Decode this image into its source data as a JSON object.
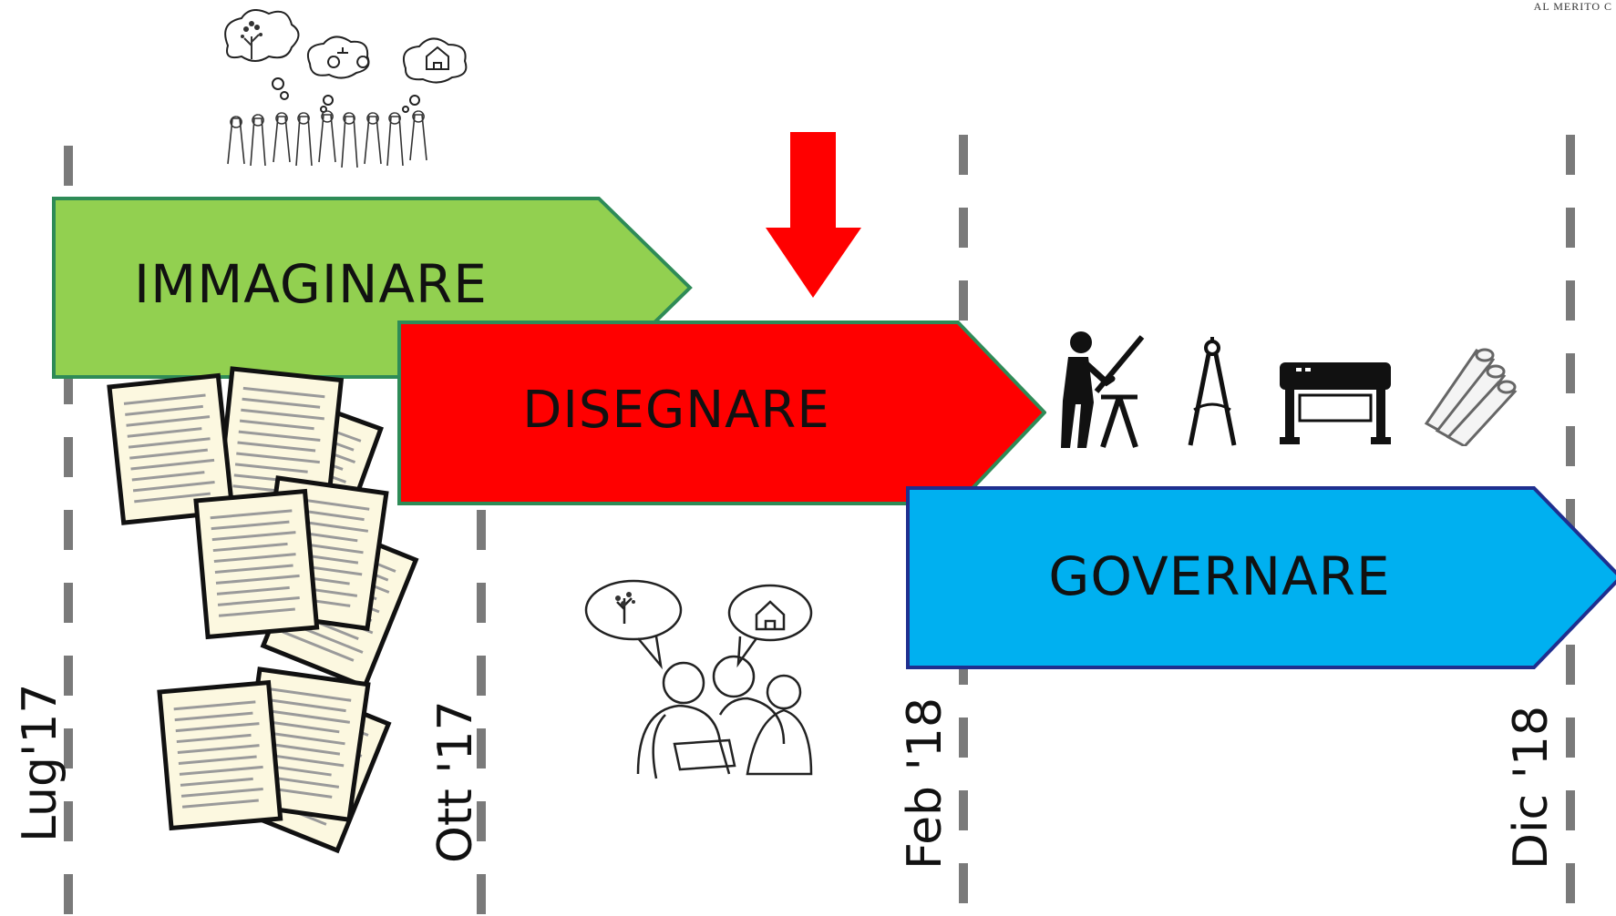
{
  "corner_text": "AL MERITO C",
  "phases": [
    {
      "label": "IMMAGINARE",
      "fill": "#92d050",
      "stroke": "#2e8b57"
    },
    {
      "label": "DISEGNARE",
      "fill": "#ff0000",
      "stroke": "#2e8b57"
    },
    {
      "label": "GOVERNARE",
      "fill": "#00b0f0",
      "stroke": "#1f2f8f"
    }
  ],
  "dates": [
    "Lug'17",
    "Ott '17",
    "Feb '18",
    "Dic '18"
  ],
  "pointer_color": "#ff0000",
  "icons": {
    "crowd": "thinking-crowd-icon",
    "meeting": "discussion-group-icon",
    "documents": "documents-icon",
    "drafting": "drafting-table-icon",
    "compass": "compass-icon",
    "plotter": "plotter-icon",
    "rolls": "blueprint-rolls-icon"
  }
}
